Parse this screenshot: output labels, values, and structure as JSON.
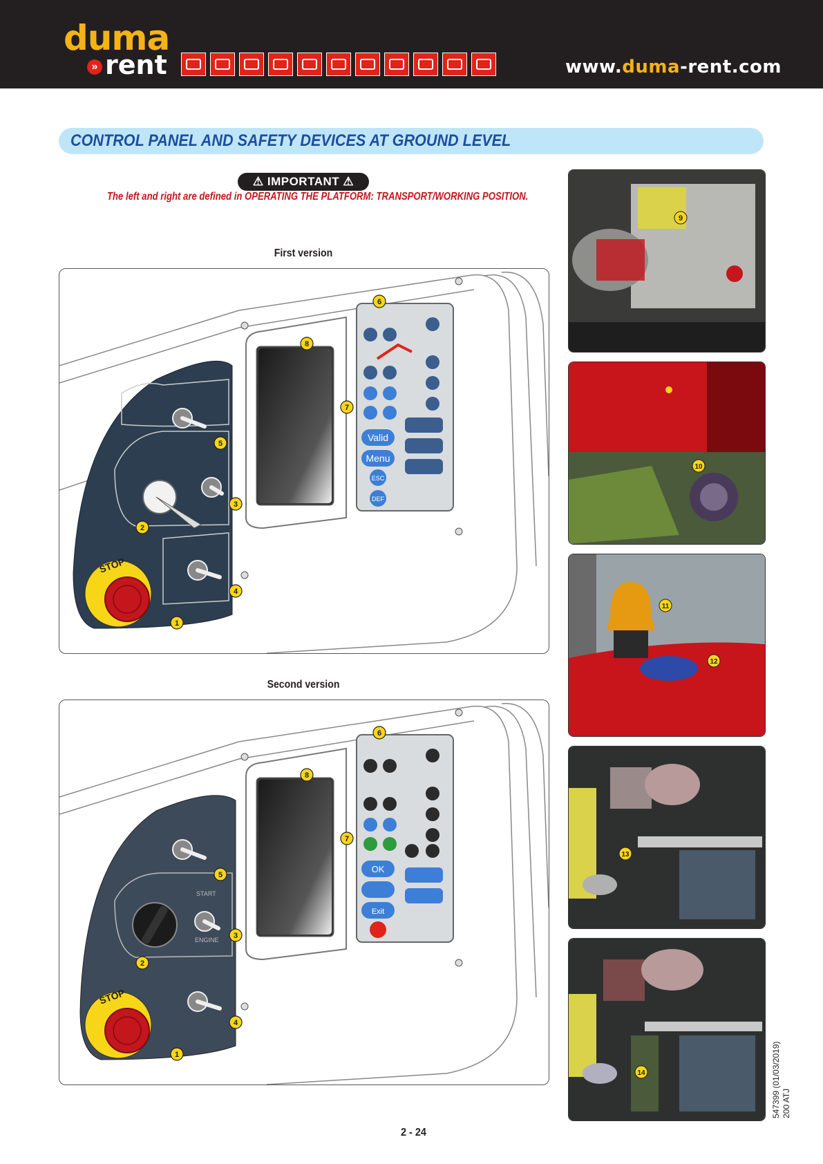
{
  "header": {
    "logo_line1": "duma",
    "logo_arrow": "»",
    "logo_line2": "rent",
    "url_prefix": "www.",
    "url_highlight": "duma",
    "url_suffix": "-rent.com",
    "machine_icon_count": 11
  },
  "section_title": "CONTROL PANEL AND SAFETY DEVICES AT GROUND LEVEL",
  "important": {
    "label": "⚠ IMPORTANT ⚠",
    "note": "The left and right are defined in OPERATING THE PLATFORM: TRANSPORT/WORKING POSITION."
  },
  "first_version": {
    "caption": "First version",
    "stop_text": "STOP",
    "keypad": [
      "Valid",
      "Menu",
      "ESC",
      "DEF"
    ],
    "markers": [
      "1",
      "2",
      "3",
      "4",
      "5",
      "6",
      "7",
      "8"
    ]
  },
  "second_version": {
    "caption": "Second version",
    "stop_text": "STOP",
    "start_text": "START",
    "engine_text": "ENGINE",
    "keypad": [
      "OK",
      "Exit"
    ],
    "markers": [
      "1",
      "2",
      "3",
      "4",
      "5",
      "6",
      "7",
      "8"
    ]
  },
  "photos": [
    {
      "marker": "9"
    },
    {
      "marker": "10"
    },
    {
      "marker_a": "11",
      "marker_b": "12"
    },
    {
      "marker": "13"
    },
    {
      "marker": "14"
    }
  ],
  "footer": {
    "page_number": "2 - 24",
    "doc_ref_line1": "547399 (01/03/2019)",
    "doc_ref_line2": "200 ATJ"
  },
  "colors": {
    "header_bg": "#231f20",
    "brand_yellow": "#f5b315",
    "brand_red": "#e2231a",
    "title_blue": "#1e4e9e",
    "title_bar": "#bfe6f8",
    "note_red": "#c4161c"
  }
}
